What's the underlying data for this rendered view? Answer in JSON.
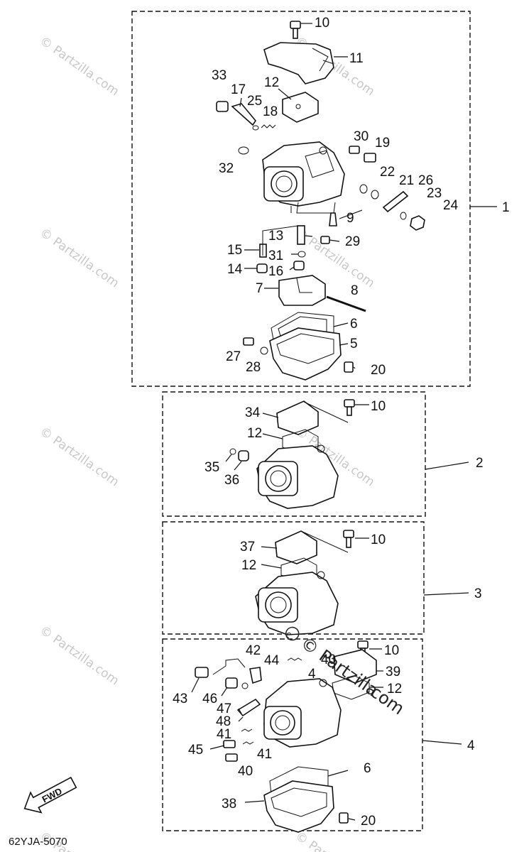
{
  "diagram_code": "62YJA-5070",
  "fwd_label": "FWD",
  "watermark_text": "© Partzilla.com",
  "overlay_watermark": [
    "© Partzilla",
    ".com"
  ],
  "group_labels": [
    "1",
    "2",
    "3",
    "4"
  ],
  "parts": {
    "p10a": "10",
    "p11": "11",
    "p33": "33",
    "p17": "17",
    "p12a": "12",
    "p25": "25",
    "p18": "18",
    "p30": "30",
    "p19": "19",
    "p32": "32",
    "p22": "22",
    "p21": "21",
    "p26": "26",
    "p23": "23",
    "p24": "24",
    "p9": "9",
    "p13": "13",
    "p29": "29",
    "p15": "15",
    "p31": "31",
    "p14": "14",
    "p16": "16",
    "p7": "7",
    "p8": "8",
    "p6a": "6",
    "p5": "5",
    "p27": "27",
    "p28": "28",
    "p20a": "20",
    "p10b": "10",
    "p34": "34",
    "p12b": "12",
    "p35": "35",
    "p36": "36",
    "p10c": "10",
    "p37": "37",
    "p12c": "12",
    "p42": "42",
    "p40a": "40",
    "p10d": "10",
    "p44": "44",
    "p4": "4",
    "p39": "39",
    "p43": "43",
    "p46": "46",
    "p12d": "12",
    "p47": "47",
    "p48": "48",
    "p41a": "41",
    "p45": "45",
    "p41b": "41",
    "p40b": "40",
    "p6b": "6",
    "p38": "38",
    "p20b": "20"
  }
}
